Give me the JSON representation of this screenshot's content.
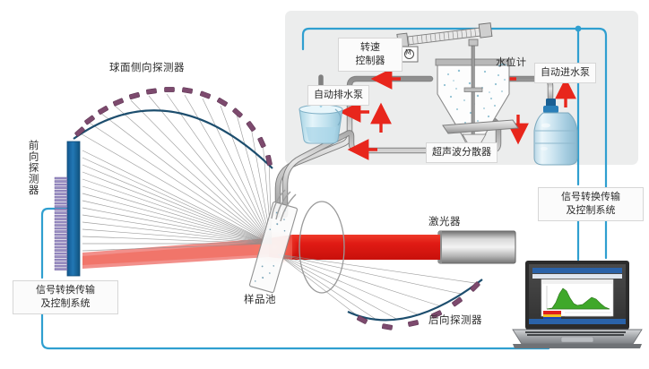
{
  "diagram": {
    "title": "Laser particle size analyzer schematic",
    "colors": {
      "laser_red": "#e01b14",
      "control_blue": "#2f9fd0",
      "detector_purple": "#7d4a6e",
      "forward_detector_blue": "#1769aa",
      "arc_navy": "#1d4e6e",
      "panel_gray": "#eceded",
      "flow_arrow_red": "#e8261c",
      "tube_gray": "#9a9a9a"
    },
    "labels": {
      "spherical_side_detector": "球面侧向探测器",
      "forward_detector": "前向探测器",
      "signal_control_left": "信号转换传输\n及控制系统",
      "signal_control_left_line1": "信号转换传输",
      "signal_control_left_line2": "及控制系统",
      "signal_control_right_line1": "信号转换传输",
      "signal_control_right_line2": "及控制系统",
      "sample_cell": "样品池",
      "laser": "激光器",
      "backward_detector": "后向探测器",
      "speed_controller_line1": "转速",
      "speed_controller_line2": "控制器",
      "water_level_gauge": "水位计",
      "auto_inlet_pump": "自动进水泵",
      "auto_drain_pump": "自动排水泵",
      "ultrasonic_disperser": "超声波分散器",
      "motor": "M"
    },
    "components": [
      {
        "name": "spherical-side-detector-arc",
        "element_count": 14
      },
      {
        "name": "backward-detector-arc",
        "element_count": 6
      },
      {
        "name": "forward-detector-array",
        "stripe_count": 30
      },
      {
        "name": "laser-source"
      },
      {
        "name": "sample-cell"
      },
      {
        "name": "focusing-lens"
      },
      {
        "name": "mixing-vessel"
      },
      {
        "name": "stirrer-motor"
      },
      {
        "name": "ultrasonic-disperser"
      },
      {
        "name": "water-bottle"
      },
      {
        "name": "waste-bucket"
      },
      {
        "name": "laptop-computer"
      }
    ],
    "laptop_chart": {
      "type": "line",
      "title": "particle size distribution",
      "curve_color": "#2f9e1f",
      "peaks": 2
    }
  }
}
